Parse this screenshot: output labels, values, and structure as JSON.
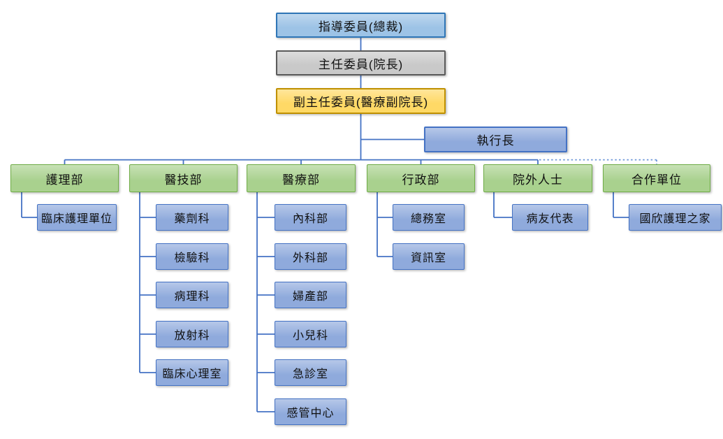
{
  "org": {
    "level1": {
      "label": "指導委員(總裁)"
    },
    "level2": {
      "label": "主任委員(院長)"
    },
    "level3": {
      "label": "副主任委員(醫療副院長)"
    },
    "executive": {
      "label": "執行長"
    },
    "departments": [
      {
        "label": "護理部",
        "children": [
          {
            "label": "臨床護理單位"
          }
        ]
      },
      {
        "label": "醫技部",
        "children": [
          {
            "label": "藥劑科"
          },
          {
            "label": "檢驗科"
          },
          {
            "label": "病理科"
          },
          {
            "label": "放射科"
          },
          {
            "label": "臨床心理室"
          }
        ]
      },
      {
        "label": "醫療部",
        "children": [
          {
            "label": "內科部"
          },
          {
            "label": "外科部"
          },
          {
            "label": "婦產部"
          },
          {
            "label": "小兒科"
          },
          {
            "label": "急診室"
          },
          {
            "label": "感管中心"
          }
        ]
      },
      {
        "label": "行政部",
        "children": [
          {
            "label": "總務室"
          },
          {
            "label": "資訊室"
          }
        ]
      },
      {
        "label": "院外人士",
        "children": [
          {
            "label": "病友代表"
          }
        ]
      },
      {
        "label": "合作單位",
        "children": [
          {
            "label": "國欣護理之家"
          }
        ]
      }
    ]
  },
  "colors": {
    "level1_fill": "#9DC3E6",
    "level1_border": "#2E75B6",
    "level2_fill": "#C9C9C9",
    "level2_border": "#5A5A5A",
    "level3_fill": "#FFD966",
    "level3_border": "#BF9000",
    "dept_fill": "#A9D18E",
    "dept_border": "#70AD47",
    "unit_fill": "#8FAADC",
    "unit_border": "#4472C4",
    "connector": "#4472C4",
    "connector_dotted": "#6C96D8"
  }
}
